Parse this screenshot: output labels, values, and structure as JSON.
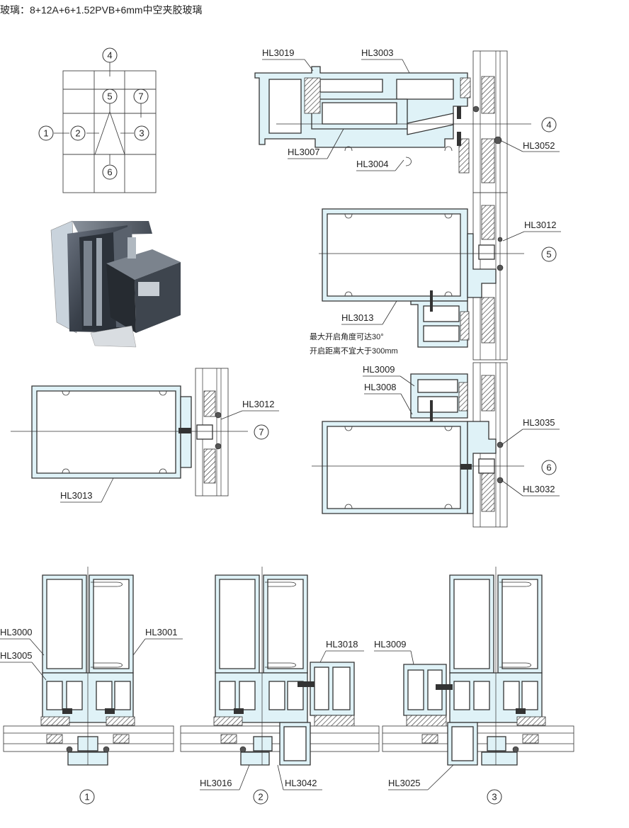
{
  "header": {
    "text": "玻璃：8+12A+6+1.52PVB+6mm中空夹胶玻璃"
  },
  "index_diagram": {
    "markers": [
      "1",
      "2",
      "3",
      "4",
      "5",
      "6",
      "7"
    ]
  },
  "section_4": {
    "parts": [
      "HL3019",
      "HL3003",
      "HL3007",
      "HL3004",
      "HL3052"
    ],
    "marker": "4"
  },
  "section_5": {
    "parts": [
      "HL3012",
      "HL3013"
    ],
    "marker": "5",
    "notes": [
      "最大开启角度可达30°",
      "开启距离不宜大于300mm"
    ]
  },
  "section_7": {
    "parts": [
      "HL3012",
      "HL3013"
    ],
    "marker": "7"
  },
  "section_6": {
    "parts": [
      "HL3009",
      "HL3008",
      "HL3035",
      "HL3032"
    ],
    "marker": "6"
  },
  "plan_1": {
    "parts": [
      "HL3000",
      "HL3005",
      "HL3001"
    ],
    "marker": "1"
  },
  "plan_2": {
    "parts": [
      "HL3018",
      "HL3016",
      "HL3042"
    ],
    "marker": "2"
  },
  "plan_3": {
    "parts": [
      "HL3009",
      "HL3025"
    ],
    "marker": "3"
  },
  "colors": {
    "profile_fill": "#dff2f7",
    "line": "#333333",
    "gasket": "#555555"
  },
  "icons": {
    "photo": "curtain-wall-3d-render"
  }
}
